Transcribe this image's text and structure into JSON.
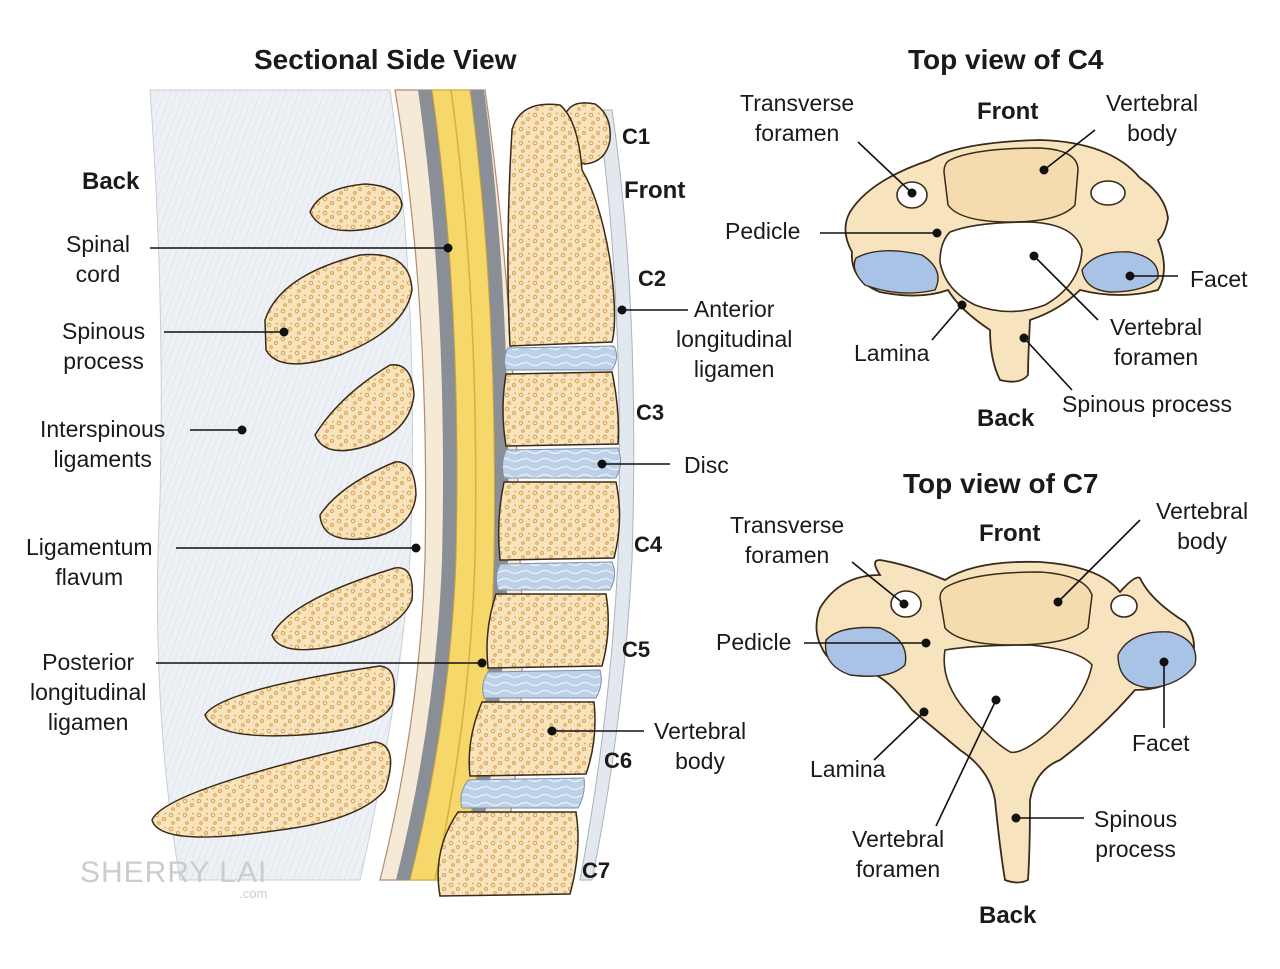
{
  "titles": {
    "side": "Sectional Side View",
    "c4": "Top view of C4",
    "c7": "Top view of C7"
  },
  "side": {
    "back": "Back",
    "front": "Front",
    "levels": [
      "C1",
      "C2",
      "C3",
      "C4",
      "C5",
      "C6",
      "C7"
    ],
    "labels": {
      "spinal_cord": [
        "Spinal",
        "cord"
      ],
      "spinous_process": [
        "Spinous",
        "process"
      ],
      "interspinous": [
        "Interspinous",
        "ligaments"
      ],
      "lig_flavum": [
        "Ligamentum",
        "flavum"
      ],
      "post_long": [
        "Posterior",
        "longitudinal",
        "ligamen"
      ],
      "ant_long": [
        "Anterior",
        "longitudinal",
        "ligamen"
      ],
      "disc": "Disc",
      "vertebral_body": [
        "Vertebral",
        "body"
      ]
    }
  },
  "c4": {
    "front": "Front",
    "back": "Back",
    "labels": {
      "transverse_foramen": [
        "Transverse",
        "foramen"
      ],
      "vertebral_body": [
        "Vertebral",
        "body"
      ],
      "pedicle": "Pedicle",
      "facet": "Facet",
      "lamina": "Lamina",
      "vertebral_foramen": [
        "Vertebral",
        "foramen"
      ],
      "spinous_process": "Spinous process"
    }
  },
  "c7": {
    "front": "Front",
    "back": "Back",
    "labels": {
      "transverse_foramen": [
        "Transverse",
        "foramen"
      ],
      "vertebral_body": [
        "Vertebral",
        "body"
      ],
      "pedicle": "Pedicle",
      "facet": "Facet",
      "lamina": "Lamina",
      "vertebral_foramen": [
        "Vertebral",
        "foramen"
      ],
      "spinous_process": [
        "Spinous",
        "process"
      ]
    }
  },
  "watermark": {
    "name": "SHERRY LAI",
    "sub": ".com"
  },
  "colors": {
    "bone": "#f7e3bd",
    "bone_outline": "#3a2a1a",
    "bone_speckle": "#d9a24a",
    "disc": "#b9cde6",
    "facet": "#a9c3e6",
    "cord": "#f6d76a",
    "dura_dark": "#8a8f97",
    "ligament": "#e9eef3"
  }
}
